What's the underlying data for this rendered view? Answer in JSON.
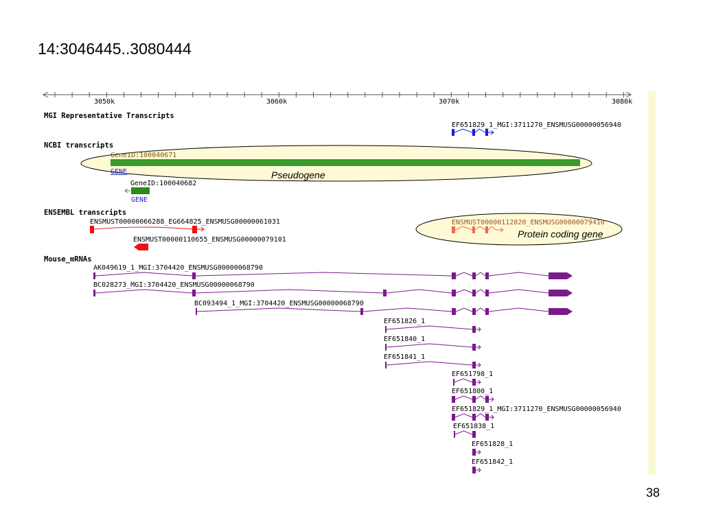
{
  "slide": {
    "title": "14:3046445..3080444",
    "page_number": "38"
  },
  "colors": {
    "mgi": "#1a1ae6",
    "ncbi": "#3a9a2a",
    "ensembl": "#ee1111",
    "ensembl_highlight": "#f06a4a",
    "mrna": "#7a1a8a",
    "gene_link": "#2222cc",
    "highlight_fill": "#fffad6",
    "side_bar": "#fafad2"
  },
  "ruler": {
    "ticks": [
      "3050k",
      "3060k",
      "3070k",
      "3080k"
    ]
  },
  "sections": {
    "mgi": "MGI Representative Transcripts",
    "ncbi": "NCBI transcripts",
    "ensembl": "ENSEMBL transcripts",
    "mrna": "Mouse_mRNAs"
  },
  "tracks": {
    "mgi_rep": "EF651829_1_MGI:3711270_ENSMUSG00000056940",
    "ncbi_1": "GeneID:100040671",
    "ncbi_1_link": "GENE",
    "ncbi_2": "GeneID:100040682",
    "ncbi_2_link": "GENE",
    "ens_1": "ENSMUST00000066288_EG664825_ENSMUSG00000061031",
    "ens_2": "ENSMUST00000110655_ENSMUSG00000079101",
    "ens_3": "ENSMUST00000112820_ENSMUSG00000079410",
    "mrna": [
      "AK049619_1_MGI:3704420_ENSMUSG00000068790",
      "BC028273_MGI:3704420_ENSMUSG00000068790",
      "BC093494_1_MGI:3704420_ENSMUSG00000068790",
      "EF651826_1",
      "EF651840_1",
      "EF651841_1",
      "EF651798_1",
      "EF651800_1",
      "EF651829_1_MGI:3711270_ENSMUSG00000056940",
      "EF651838_1",
      "EF651828_1",
      "EF651842_1"
    ]
  },
  "annotations": {
    "pseudogene": "Pseudogene",
    "protein_coding": "Protein coding gene"
  }
}
